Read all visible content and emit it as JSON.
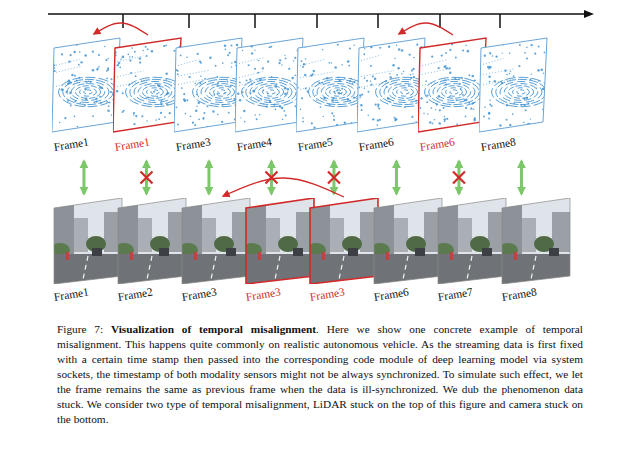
{
  "diagram": {
    "caption": "Figure 7: Visualization of temporal misalignment. Here we show one concrete example of temporal misalignment. This happens quite commonly on realistic autonomous vehicle. As the streaming data is first fixed with a certain time stamp then passed into the corresponding code module of deep learning model via system sockets, the timestamp of both modality sensors might not be always synchronized. To simulate such effect, we let the frame remains the same as previous frame when the data is ill-synchronized. We dub the phenomenon data stuck. We consider two type of temporal misalignment, LiDAR stuck on the top of this figure and camera stuck on the bottom.",
    "nodes": [
      {
        "text": [
          "Frame1"
        ]
      },
      {
        "text": [
          "Frame1"
        ]
      },
      {
        "text": [
          "Frame3"
        ]
      },
      {
        "text": [
          "Frame4"
        ]
      },
      {
        "text": [
          "Frame5"
        ]
      },
      {
        "text": [
          "Frame6"
        ]
      },
      {
        "text": [
          "Frame6"
        ]
      },
      {
        "text": [
          "Frame8"
        ]
      },
      {
        "text": [
          "Frame1"
        ]
      },
      {
        "text": [
          "Frame2"
        ]
      },
      {
        "text": [
          "Frame3"
        ]
      },
      {
        "text": [
          "Frame3"
        ]
      },
      {
        "text": [
          "Frame3"
        ]
      },
      {
        "text": [
          "Frame6"
        ]
      },
      {
        "text": [
          "Frame7"
        ]
      },
      {
        "text": [
          "Frame8"
        ]
      }
    ],
    "edges": [
      {
        "from": 0,
        "to": 8,
        "arrow": "both"
      },
      {
        "from": 1,
        "to": 9,
        "arrow": "both"
      },
      {
        "from": 2,
        "to": 10,
        "arrow": "both"
      },
      {
        "from": 3,
        "to": 11,
        "arrow": "both"
      },
      {
        "from": 4,
        "to": 12,
        "arrow": "both"
      },
      {
        "from": 5,
        "to": 13,
        "arrow": "both"
      },
      {
        "from": 6,
        "to": 14,
        "arrow": "both"
      },
      {
        "from": 7,
        "to": 15,
        "arrow": "both"
      },
      {
        "from": 1,
        "to": 0,
        "arrow": "to"
      },
      {
        "from": 6,
        "to": 5,
        "arrow": "to"
      },
      {
        "from": 12,
        "to": 10,
        "arrow": "to"
      }
    ]
  }
}
